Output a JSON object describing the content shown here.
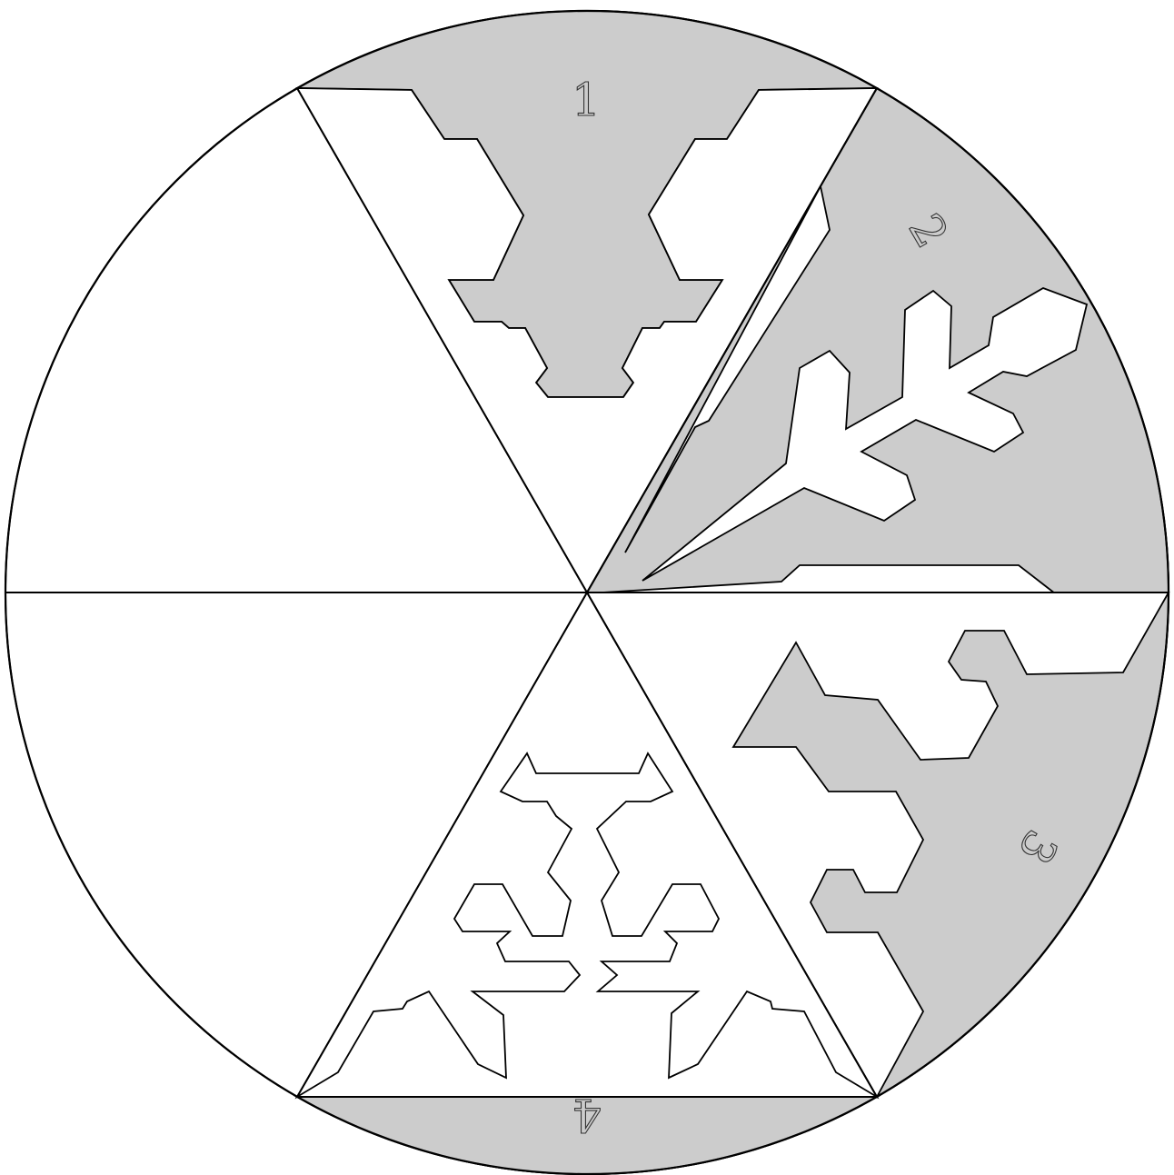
{
  "segments": [
    {
      "label": "1"
    },
    {
      "label": "2"
    },
    {
      "label": "3"
    },
    {
      "label": "4"
    }
  ],
  "colors": {
    "shaded": "#cccccc",
    "paper": "#ffffff",
    "outline": "#000000"
  }
}
